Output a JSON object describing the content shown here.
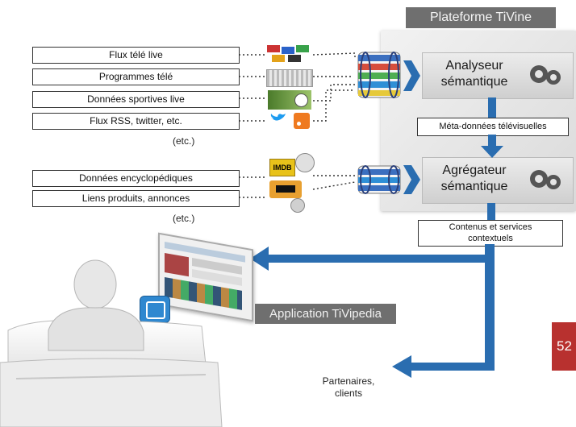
{
  "sources_group1": [
    {
      "label": "Flux télé live"
    },
    {
      "label": "Programmes télé"
    },
    {
      "label": "Données sportives live"
    },
    {
      "label": "Flux RSS, twitter, etc."
    }
  ],
  "etc1": "(etc.)",
  "sources_group2": [
    {
      "label": "Données encyclopédiques"
    },
    {
      "label": "Liens produits, annonces"
    }
  ],
  "etc2": "(etc.)",
  "platform": {
    "title": "Plateforme TiVine",
    "analyzer_label": "Analyseur\nsémantique",
    "metadata_label": "Méta-données télévisuelles",
    "aggregator_label": "Agrégateur\nsémantique"
  },
  "outputs": {
    "contents_label": "Contenus et services\ncontextuels",
    "app_label": "Application TiVipedia",
    "partners_label": "Partenaires,\nclients"
  },
  "icon_labels": {
    "imdb": "IMDB"
  },
  "page_number": "52",
  "colors": {
    "arrow_blue": "#2a6db0",
    "panel_gray": "#6f6f6f",
    "page_badge": "#b8312f"
  }
}
